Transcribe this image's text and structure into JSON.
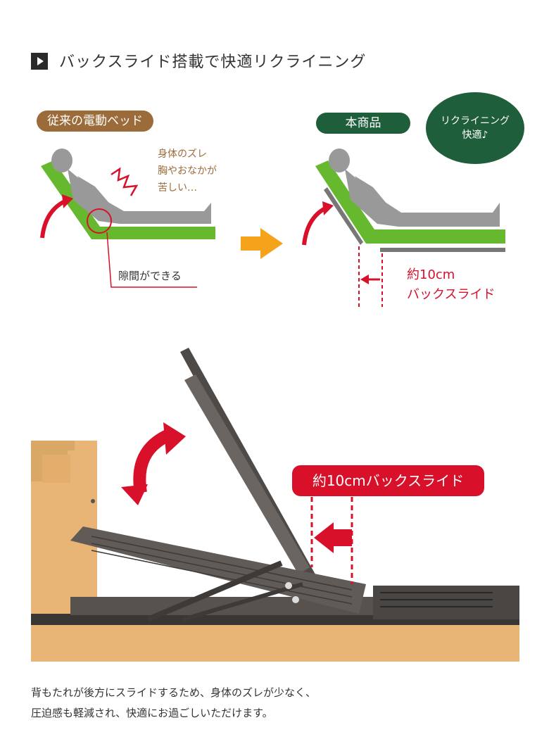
{
  "header": {
    "title": "バックスライド搭載で快適リクライニング"
  },
  "conventional": {
    "label": "従来の電動ベッド",
    "problem_lines": [
      "身体のズレ",
      "胸やおなかが",
      "苦しい…"
    ],
    "gap_label": "隙間ができる"
  },
  "product": {
    "label": "本商品",
    "bubble_lines": [
      "リクライニング",
      "快適♪"
    ],
    "slide_lines": [
      "約10cm",
      "バックスライド"
    ]
  },
  "photo": {
    "badge": "約10cmバックスライド"
  },
  "caption": {
    "lines": [
      "背もたれが後方にスライドするため、身体のズレが少なく、",
      "圧迫感も軽減され、快適にお過ごしいただけます。"
    ]
  },
  "colors": {
    "mattress_green": "#66b82e",
    "brown": "#9c6b3a",
    "dark_green": "#1f5e3b",
    "red": "#d8102a",
    "orange": "#f5a31a",
    "wood": "#e8b576"
  }
}
